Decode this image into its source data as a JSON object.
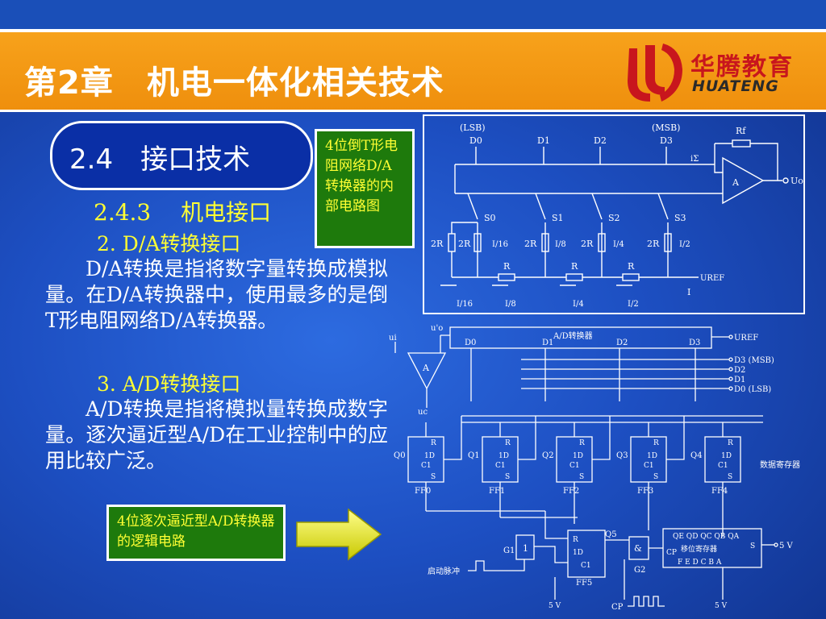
{
  "header": {
    "title": "第2章　机电一体化相关技术",
    "logo_cn": "华腾教育",
    "logo_en": "HUATENG"
  },
  "section": {
    "pill": "2.4　接口技术",
    "subsection": "2.4.3　 机电接口",
    "item_da_heading": "2. D/A转换接口",
    "item_da_body": "D/A转换是指将数字量转换成模拟量。在D/A转换器中，使用最多的是倒T形电阻网络D/A转换器。",
    "item_ad_heading": "3. A/D转换接口",
    "item_ad_body": "A/D转换是指将模拟量转换成数字量。逐次逼近型A/D在工业控制中的应用比较广泛。"
  },
  "callouts": {
    "da_caption": "4位倒T形电阻网络D/A转换器的内部电路图",
    "ad_caption": "4位逐次逼近型A/D转换器的逻辑电路"
  },
  "da_diagram": {
    "lsb": "(LSB)",
    "msb": "(MSB)",
    "bits": [
      "D0",
      "D1",
      "D2",
      "D3"
    ],
    "switches": [
      "S0",
      "S1",
      "S2",
      "S3"
    ],
    "rf": "Rf",
    "i_sigma": "iΣ",
    "amp": "A",
    "uo": "Uo",
    "uref": "UREF",
    "r": "R",
    "r2": "2R",
    "i": "I",
    "branch_currents": [
      "I/16",
      "I/8",
      "I/4",
      "I/2"
    ],
    "bottom_currents": [
      "I/16",
      "I/8",
      "I/4",
      "I/2"
    ]
  },
  "ad_diagram": {
    "ui": "ui",
    "ui_prime": "u'o",
    "uc": "uc",
    "converter": "A/D转换器",
    "uref": "UREF",
    "inputs": [
      "D0",
      "D1",
      "D2",
      "D3"
    ],
    "outputs": [
      "D3 (MSB)",
      "D2",
      "D1",
      "D0 (LSB)"
    ],
    "amp": "A",
    "ff_labels": [
      "FF0",
      "FF1",
      "FF2",
      "FF3",
      "FF4"
    ],
    "q_labels": [
      "Q0",
      "Q1",
      "Q2",
      "Q3",
      "Q4"
    ],
    "ff_pins": [
      "R",
      "1D",
      "C1",
      "S"
    ],
    "data_register": "数据寄存器",
    "shift_register": "移位寄存器",
    "shift_outputs": "QE QD QC QB QA",
    "shift_inputs": "F E D C B A",
    "shift_s": "S",
    "shift_cp": "CP",
    "g1": "G1",
    "g2": "G2",
    "gate1": "1",
    "gate_and": "&",
    "ff5": "FF5",
    "q5": "Q5",
    "start_pulse": "启动脉冲",
    "vcc": "5 V",
    "cp": "CP"
  }
}
